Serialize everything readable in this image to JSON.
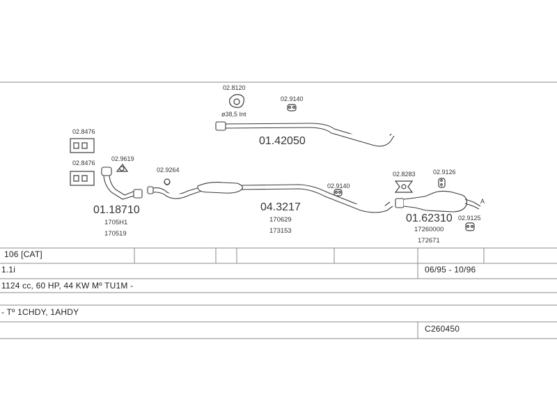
{
  "diagram": {
    "parts": {
      "rear_top_pipe": {
        "ref": "01.42050",
        "note": "ø38,5 Int"
      },
      "clamp_top": {
        "ref": "02.8120"
      },
      "hanger_top": {
        "ref": "02.9140"
      },
      "mount_box_1": {
        "ref": "02.8476"
      },
      "mount_box_2": {
        "ref": "02.8476"
      },
      "gasket_front": {
        "ref": "02.9619"
      },
      "front_pipe": {
        "ref": "01.18710",
        "oe1": "1705H1",
        "oe2": "170519"
      },
      "clamp_mid": {
        "ref": "02.9264"
      },
      "centre_section": {
        "ref": "04.3217",
        "oe1": "170629",
        "oe2": "173153"
      },
      "hanger_mid": {
        "ref": "02.9140"
      },
      "clamp_rear": {
        "ref": "02.8283"
      },
      "hanger_rear_top": {
        "ref": "02.9126"
      },
      "rear_silencer": {
        "ref": "01.62310",
        "oe1": "17260000",
        "oe2": "172671"
      },
      "hanger_rear_bottom": {
        "ref": "02.9125"
      },
      "arrow_label": "A"
    }
  },
  "table": {
    "model": "106  [CAT]",
    "engine": "1.1i",
    "years": "06/95 - 10/96",
    "spec": "1124 cc, 60 HP, 44 KW Mº TU1M -",
    "types": "- Tº 1CHDY, 1AHDY",
    "code": "C260450"
  }
}
